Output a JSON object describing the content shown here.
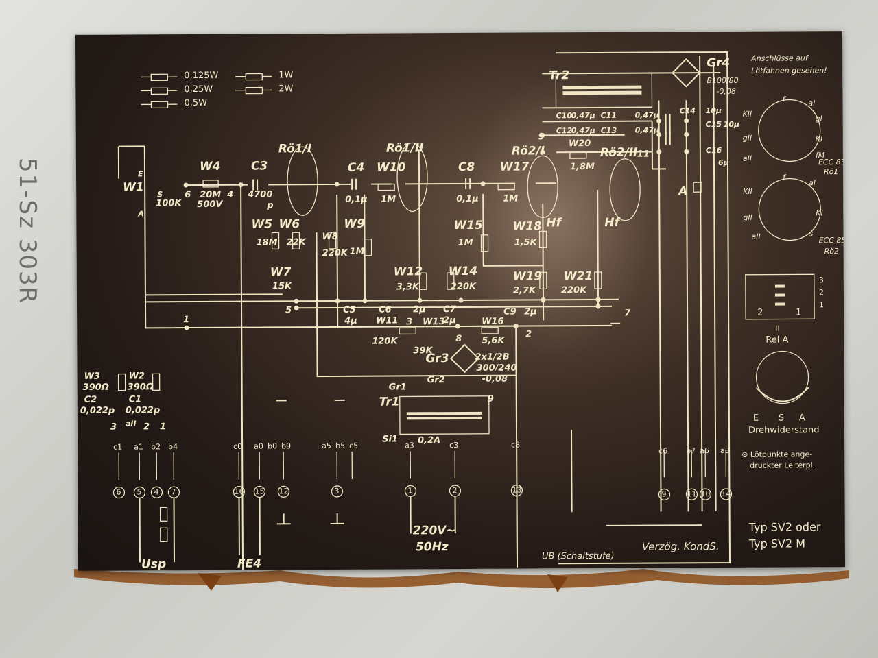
{
  "housing": {
    "side_marking": "51-Sz 303R"
  },
  "plate": {
    "legend": {
      "res_0125": "0,125W",
      "res_025": "0,25W",
      "res_05": "0,5W",
      "res_1": "1W",
      "res_2": "2W"
    },
    "connector_note": [
      "Anschlüsse auf",
      "Lötfahnen gesehen!"
    ],
    "tube_ecc83": [
      "ECC 83",
      "Rö1"
    ],
    "tube_ecc85": [
      "ECC 85",
      "Rö2"
    ],
    "pin_labels": {
      "f": "f",
      "aI": "aI",
      "gI": "gI",
      "KI": "KI",
      "KII": "KII",
      "gII": "gII",
      "aII": "aII",
      "fm": "fM",
      "s": "s"
    },
    "relay_pins": [
      "3",
      "2",
      "1"
    ],
    "relay_label": [
      "II",
      "Rel A"
    ],
    "relay_pin2": "2",
    "relay_pin1": "1",
    "rheostat_label": "Drehwiderstand",
    "rheostat_pins": [
      "E",
      "S",
      "A"
    ],
    "solder_note": [
      "⊙ Lötpunkte ange-",
      "druckter Leiterpl."
    ],
    "model": [
      "Typ SV2 oder",
      "Typ SV2 M"
    ],
    "bottom_labels": {
      "usp": "Usp",
      "fe4": "FE4",
      "mains": [
        "220V~",
        "50Hz"
      ],
      "ub": "UB (Schaltstufe)",
      "delay": "Verzög. KondS."
    },
    "components": {
      "W1": "W1",
      "W1_E": "E",
      "W1_A": "A",
      "W1_S": "S",
      "W1_val": "100K",
      "W4": "W4",
      "W4_val": [
        "20M",
        "500V"
      ],
      "C3": "C3",
      "C3_val": "4700",
      "C3_p": "p",
      "Ro1_1": "Rö1/I",
      "Ro1_2": "Rö1/II",
      "Ro2_1": "Rö2/I",
      "Ro2_2": "Rö2/II",
      "C4": "C4",
      "C4_val": "0,1µ",
      "W10": "W10",
      "W10_val": "1M",
      "C8": "C8",
      "C8_val": "0,1µ",
      "W17": "W17",
      "W17_val": "1M",
      "W5": "W5",
      "W5_val": "18M",
      "W6": "W6",
      "W6_val": "22K",
      "W8": "W8",
      "W8_val": "220K",
      "W9": "W9",
      "W9_val": "1M",
      "W7": "W7",
      "W7_val": "15K",
      "W15": "W15",
      "W15_val": "1M",
      "W18": "W18",
      "W18_val": "1,5K",
      "Hf1": "Hf",
      "Hf2": "Hf",
      "W12": "W12",
      "W12_val": "3,3K",
      "W14": "W14",
      "W14_val": "220K",
      "W19": "W19",
      "W19_val": "2,7K",
      "W21": "W21",
      "W21_val": "220K",
      "W20": "W20",
      "W20_val": "1,8M",
      "C5": "C5",
      "C5_val": "4µ",
      "C6": "C6",
      "C6_val": "2µ",
      "C7": "C7",
      "C7_val": "2µ",
      "C9": "C9",
      "C9_val": "2µ",
      "W11": "W11",
      "W11_val": "120K",
      "W13": "W13",
      "W13_val": "39K",
      "W16": "W16",
      "W16_val": "5,6K",
      "Gr3": "Gr3",
      "Gr3_val": [
        "2x1/2B",
        "300/240",
        "-0,08"
      ],
      "Gr4": "Gr4",
      "Gr4_val": [
        "B100/80",
        "-0,08"
      ],
      "Tr1": "Tr1",
      "Tr2": "Tr2",
      "Gr1": "Gr1",
      "Gr2": "Gr2",
      "Si1": "Si1",
      "Si1_val": "0,2A",
      "C10": "C10",
      "C10_val": "0,47µ",
      "C11": "C11",
      "C11_val": "0,47µ",
      "C12": "C12",
      "C12_val": "0,47µ",
      "C13": "C13",
      "C13_val": "0,47µ",
      "C14": "C14",
      "C14_val": "10µ",
      "C15": "C15",
      "C15_val": "10µ",
      "C16": "C16",
      "C16_val": "6µ",
      "A": "A",
      "W3": "W3",
      "W3_val": "390Ω",
      "W2": "W2",
      "W2_val": "390Ω",
      "C2": "C2",
      "C2_val": "0,022p",
      "C1": "C1",
      "C1_val": "0,022p",
      "aII": "aII"
    },
    "terminals": [
      "c1",
      "a1",
      "b2",
      "b4",
      "c0",
      "a0",
      "b0",
      "b9",
      "a5",
      "b5",
      "c5",
      "a3",
      "c3",
      "c8",
      "c6",
      "b7",
      "a6",
      "a8"
    ],
    "pads": [
      "6",
      "5",
      "4",
      "7",
      "16",
      "15",
      "12",
      "3",
      "1",
      "2",
      "13",
      "9",
      "11",
      "10",
      "14"
    ],
    "nodes": [
      "1",
      "5",
      "3",
      "8",
      "2",
      "7",
      "9",
      "11",
      "4",
      "6",
      "3",
      "2",
      "1",
      "9"
    ]
  }
}
